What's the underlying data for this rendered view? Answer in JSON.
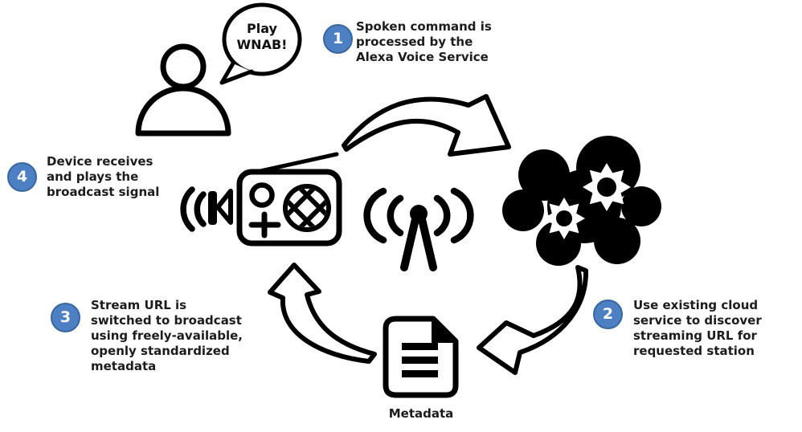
{
  "colors": {
    "badge_fill": "#4d7fc3",
    "badge_border": "#38679f",
    "ink": "#000000",
    "text": "#1c1c1c"
  },
  "speech_bubble": {
    "text": "Play\nWNAB!"
  },
  "steps": [
    {
      "number": "1",
      "text": "Spoken command is\nprocessed by the\nAlexa Voice Service"
    },
    {
      "number": "2",
      "text": "Use existing cloud\nservice to discover\nstreaming URL for\nrequested station"
    },
    {
      "number": "3",
      "text": "Stream URL is\nswitched to broadcast\nusing freely-available,\nopenly standardized\nmetadata"
    },
    {
      "number": "4",
      "text": "Device receives\nand plays the\nbroadcast signal"
    }
  ],
  "labels": {
    "metadata": "Metadata"
  },
  "icons": [
    "person",
    "speech-bubble",
    "curved-arrow-person-to-cloud",
    "cloud-with-gears",
    "curved-arrow-cloud-to-metadata",
    "metadata-document",
    "curved-arrow-metadata-to-radio",
    "radio",
    "speaker-waves",
    "broadcast-antenna"
  ]
}
